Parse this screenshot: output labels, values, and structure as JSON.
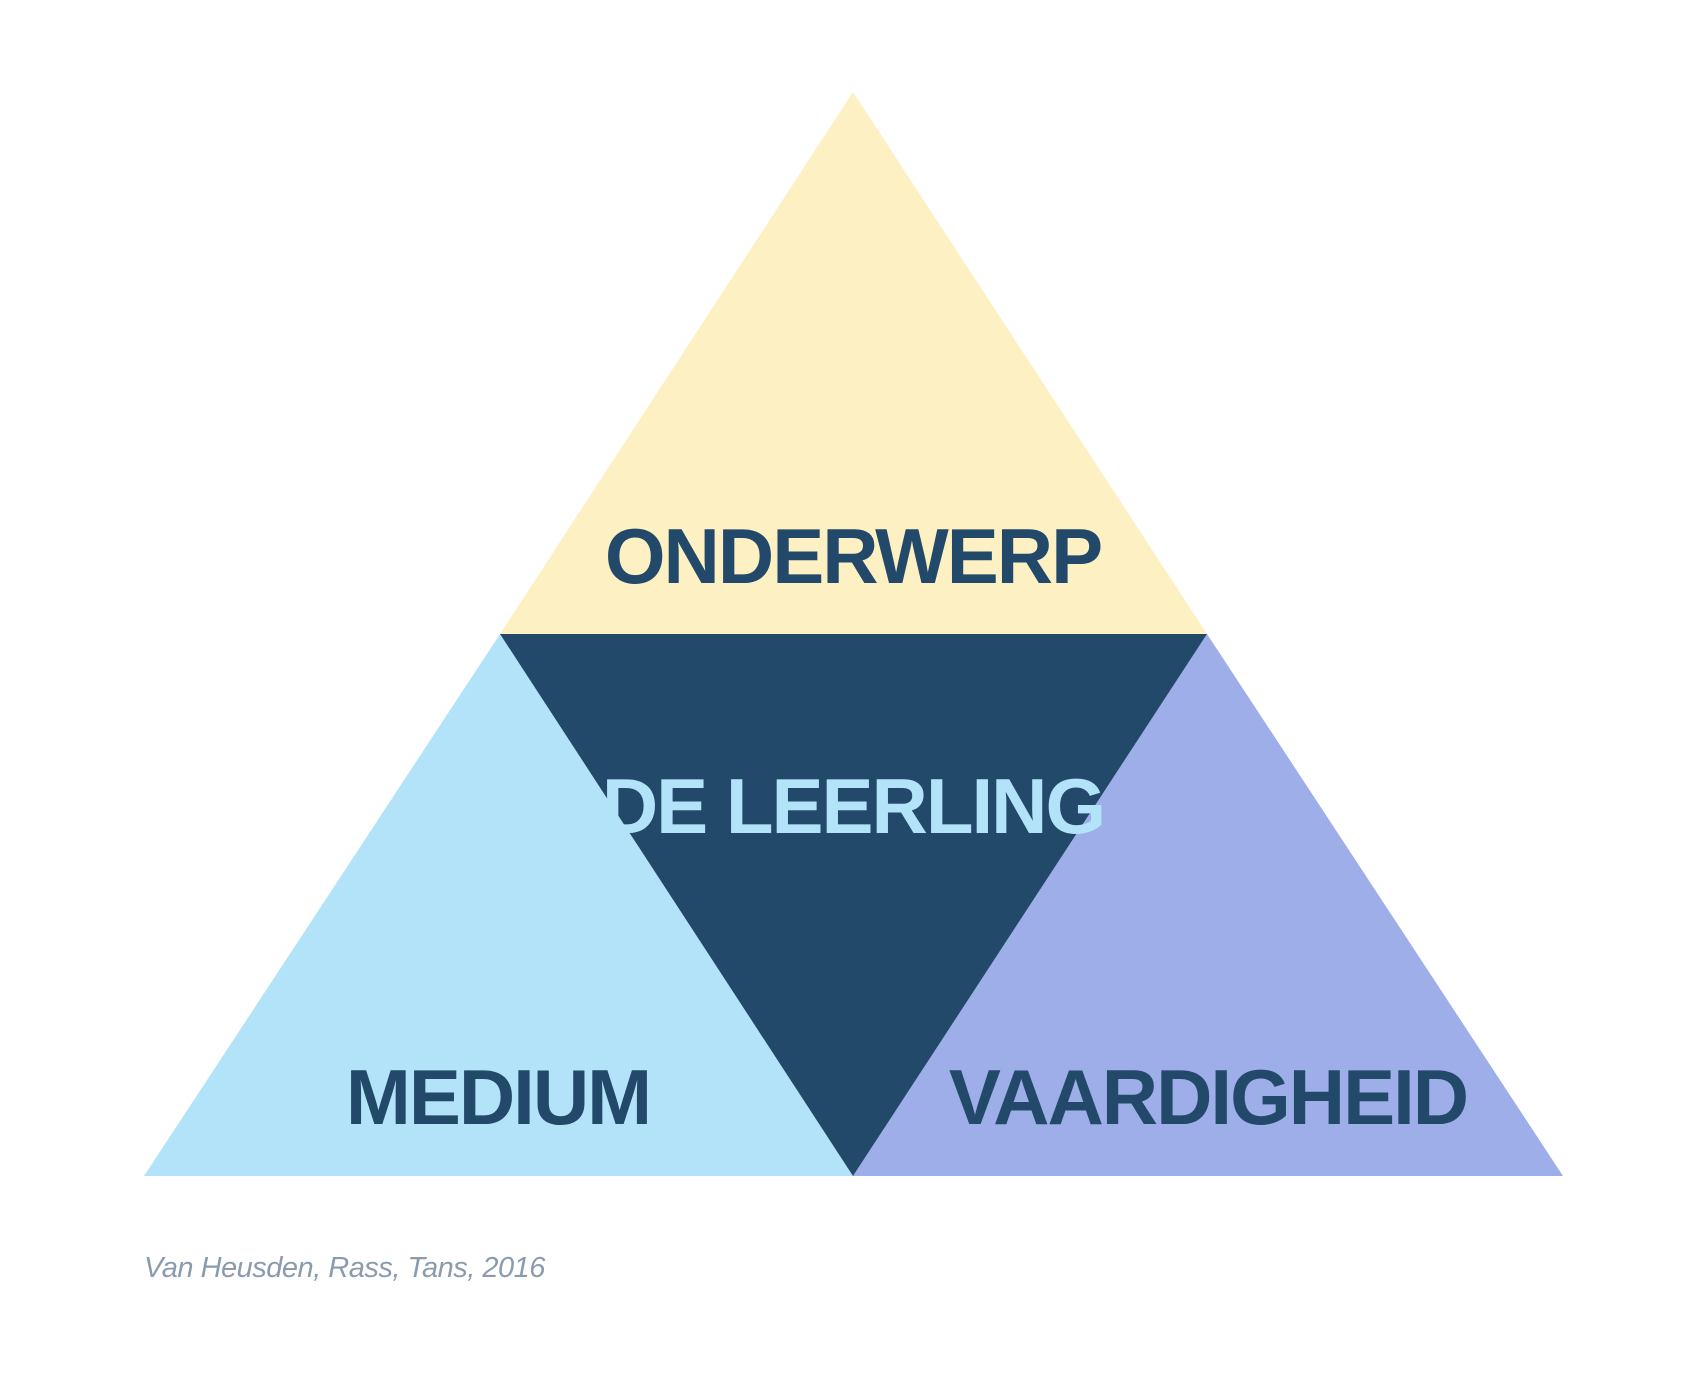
{
  "diagram": {
    "top_label": "ONDERWERP",
    "center_label": "DE LEERLING",
    "left_label": "MEDIUM",
    "right_label": "VAARDIGHEID"
  },
  "colors": {
    "top_triangle": "#fdf0c2",
    "center_triangle": "#22496a",
    "left_triangle": "#b3e3f9",
    "right_triangle": "#9daee8",
    "dark_text": "#22496a",
    "light_text": "#b3e3f9",
    "caption_text": "#8a9bb0"
  },
  "caption": "Van Heusden, Rass, Tans, 2016"
}
